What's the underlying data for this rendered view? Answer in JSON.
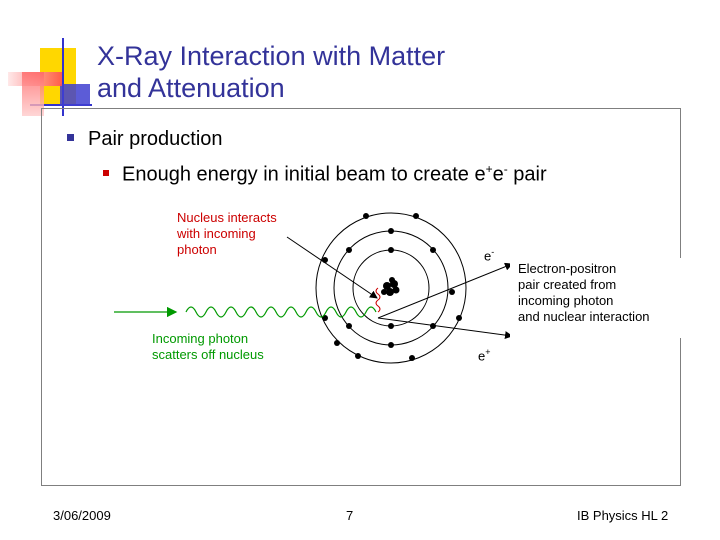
{
  "slide": {
    "title_line1": "X-Ray Interaction with Matter",
    "title_line2": "and Attenuation",
    "bullet_level1": "Pair production",
    "bullet_level2_pre": "Enough energy in initial beam to create e",
    "bullet_level2_sup1": "+",
    "bullet_level2_mid": "e",
    "bullet_level2_sup2": "-",
    "bullet_level2_post": " pair"
  },
  "diagram": {
    "nucleus_label": [
      "Nucleus interacts",
      "with incoming",
      "photon"
    ],
    "photon_label": [
      "Incoming photon",
      "scatters off nucleus"
    ],
    "pair_label": [
      "Electron-positron",
      "pair created from",
      "incoming photon",
      "and nuclear interaction"
    ],
    "electron_label": "e",
    "electron_sup": "-",
    "positron_label": "e",
    "positron_sup": "+"
  },
  "footer": {
    "date": "3/06/2009",
    "page": "7",
    "course": "IB Physics HL 2"
  },
  "colors": {
    "title": "#333399",
    "bullet": "#333399",
    "nucleus_label": "#cc0000",
    "photon_label": "#009900",
    "photon_wave": "#009900",
    "deco_yellow": "#ffd700",
    "deco_red": "#ff6666",
    "deco_blue": "#3333cc"
  }
}
